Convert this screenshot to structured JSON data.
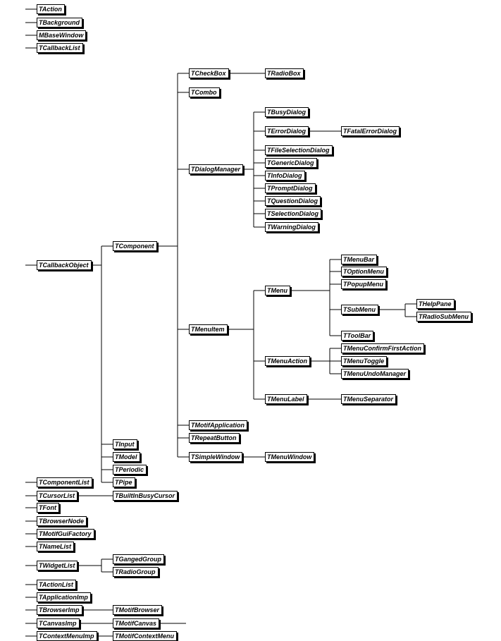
{
  "nodes": {
    "TAction": "TAction",
    "TBackground": "TBackground",
    "MBaseWindow": "MBaseWindow",
    "TCallbackList": "TCallbackList",
    "TCallbackObject": "TCallbackObject",
    "TComponent": "TComponent",
    "TCheckBox": "TCheckBox",
    "TRadioBox": "TRadioBox",
    "TCombo": "TCombo",
    "TDialogManager": "TDialogManager",
    "TBusyDialog": "TBusyDialog",
    "TErrorDialog": "TErrorDialog",
    "TFatalErrorDialog": "TFatalErrorDialog",
    "TFileSelectionDialog": "TFileSelectionDialog",
    "TGenericDialog": "TGenericDialog",
    "TInfoDialog": "TInfoDialog",
    "TPromptDialog": "TPromptDialog",
    "TQuestionDialog": "TQuestionDialog",
    "TSelectionDialog": "TSelectionDialog",
    "TWarningDialog": "TWarningDialog",
    "TMenuItem": "TMenuItem",
    "TMenu": "TMenu",
    "TMenuBar": "TMenuBar",
    "TOptionMenu": "TOptionMenu",
    "TPopupMenu": "TPopupMenu",
    "TSubMenu": "TSubMenu",
    "THelpPane": "THelpPane",
    "TRadioSubMenu": "TRadioSubMenu",
    "TToolBar": "TToolBar",
    "TMenuAction": "TMenuAction",
    "TMenuConfirmFirstAction": "TMenuConfirmFirstAction",
    "TMenuToggle": "TMenuToggle",
    "TMenuUndoManager": "TMenuUndoManager",
    "TMenuLabel": "TMenuLabel",
    "TMenuSeparator": "TMenuSeparator",
    "TMotifApplication": "TMotifApplication",
    "TRepeatButton": "TRepeatButton",
    "TSimpleWindow": "TSimpleWindow",
    "TMenuWindow": "TMenuWindow",
    "TInput": "TInput",
    "TModel": "TModel",
    "TPeriodic": "TPeriodic",
    "TPipe": "TPipe",
    "TComponentList": "TComponentList",
    "TCursorList": "TCursorList",
    "TBuiltInBusyCursor": "TBuiltInBusyCursor",
    "TFont": "TFont",
    "TBrowserNode": "TBrowserNode",
    "TMotifGuiFactory": "TMotifGuiFactory",
    "TNameList": "TNameList",
    "TWidgetList": "TWidgetList",
    "TGangedGroup": "TGangedGroup",
    "TRadioGroup": "TRadioGroup",
    "TActionList": "TActionList",
    "TApplicationImp": "TApplicationImp",
    "TBrowserImp": "TBrowserImp",
    "TMotifBrowser": "TMotifBrowser",
    "TCanvasImp": "TCanvasImp",
    "TMotifCanvas": "TMotifCanvas",
    "TContextMenuImp": "TContextMenuImp",
    "TMotifContextMenu": "TMotifContextMenu"
  },
  "edges": [
    [
      "TCheckBox",
      "TRadioBox"
    ],
    [
      "TErrorDialog",
      "TFatalErrorDialog"
    ],
    [
      "TSubMenu",
      "THelpPane"
    ],
    [
      "TSubMenu",
      "TRadioSubMenu"
    ],
    [
      "TMenuLabel",
      "TMenuSeparator"
    ],
    [
      "TSimpleWindow",
      "TMenuWindow"
    ],
    [
      "TCursorList",
      "TBuiltInBusyCursor"
    ],
    [
      "TWidgetList",
      "TGangedGroup"
    ],
    [
      "TWidgetList",
      "TRadioGroup"
    ],
    [
      "TBrowserImp",
      "TMotifBrowser"
    ],
    [
      "TCanvasImp",
      "TMotifCanvas"
    ],
    [
      "TContextMenuImp",
      "TMotifContextMenu"
    ],
    [
      "TComponent",
      "TCheckBox"
    ],
    [
      "TComponent",
      "TCombo"
    ],
    [
      "TComponent",
      "TDialogManager"
    ],
    [
      "TComponent",
      "TMenuItem"
    ],
    [
      "TComponent",
      "TMotifApplication"
    ],
    [
      "TComponent",
      "TRepeatButton"
    ],
    [
      "TComponent",
      "TSimpleWindow"
    ],
    [
      "TDialogManager",
      "TBusyDialog"
    ],
    [
      "TDialogManager",
      "TErrorDialog"
    ],
    [
      "TDialogManager",
      "TFileSelectionDialog"
    ],
    [
      "TDialogManager",
      "TGenericDialog"
    ],
    [
      "TDialogManager",
      "TInfoDialog"
    ],
    [
      "TDialogManager",
      "TPromptDialog"
    ],
    [
      "TDialogManager",
      "TQuestionDialog"
    ],
    [
      "TDialogManager",
      "TSelectionDialog"
    ],
    [
      "TDialogManager",
      "TWarningDialog"
    ],
    [
      "TMenuItem",
      "TMenu"
    ],
    [
      "TMenuItem",
      "TMenuAction"
    ],
    [
      "TMenuItem",
      "TMenuLabel"
    ],
    [
      "TMenu",
      "TMenuBar"
    ],
    [
      "TMenu",
      "TOptionMenu"
    ],
    [
      "TMenu",
      "TPopupMenu"
    ],
    [
      "TMenu",
      "TSubMenu"
    ],
    [
      "TMenu",
      "TToolBar"
    ],
    [
      "TMenuAction",
      "TMenuConfirmFirstAction"
    ],
    [
      "TMenuAction",
      "TMenuToggle"
    ],
    [
      "TMenuAction",
      "TMenuUndoManager"
    ],
    [
      "TCallbackObject",
      "TComponent"
    ],
    [
      "TCallbackObject",
      "TInput"
    ],
    [
      "TCallbackObject",
      "TModel"
    ],
    [
      "TCallbackObject",
      "TPeriodic"
    ],
    [
      "TCallbackObject",
      "TPipe"
    ]
  ]
}
